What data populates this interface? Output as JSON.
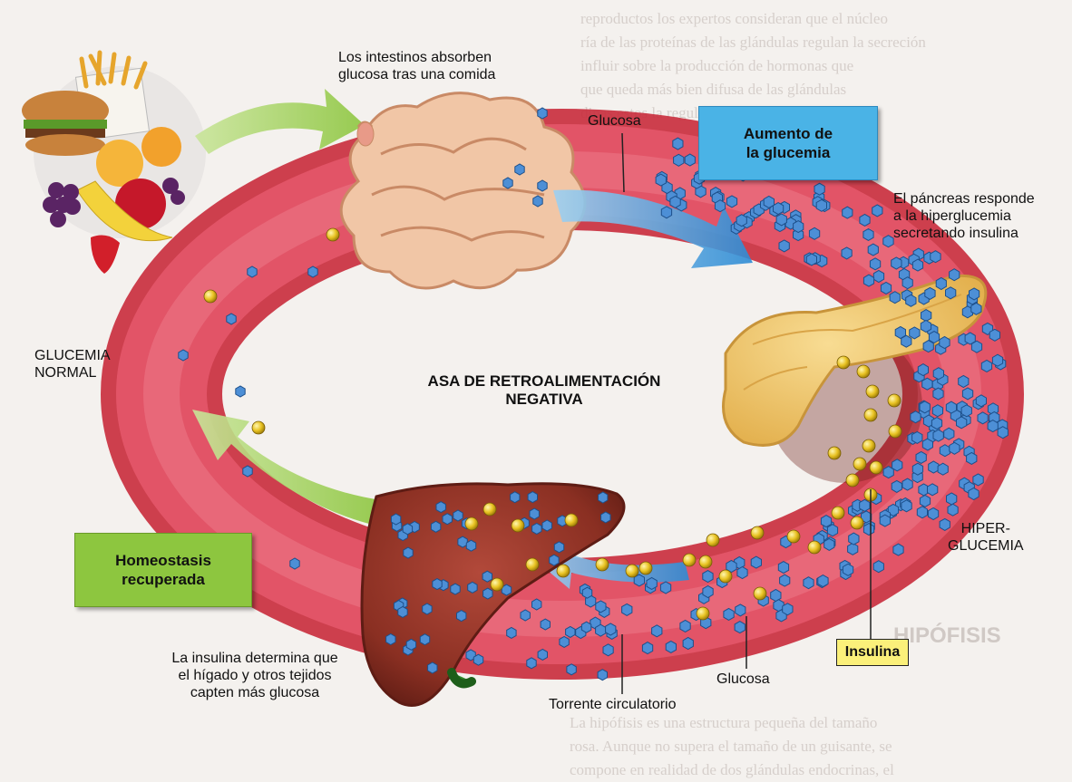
{
  "page": {
    "background_color": "#f4f1ee",
    "ring_color": "#d64356",
    "liver_color": "#8a2f22",
    "pancreas_color": "#f0c86a",
    "arrow_green": "#8dc63f",
    "arrow_blue": "#3a96d8"
  },
  "diagram": {
    "center_title": "ASA DE RETROALIMENTACIÓN NEGATIVA",
    "center_title_line1": "ASA DE RETROALIMENTACIÓN",
    "center_title_line2": "NEGATIVA",
    "intestines_label_line1": "Los intestinos absorben",
    "intestines_label_line2": "glucosa tras una comida",
    "glucose_label_top": "Glucosa",
    "rising_box_line1": "Aumento de",
    "rising_box_line2": "la glucemia",
    "pancreas_label_line1": "El páncreas responde",
    "pancreas_label_line2": "a la hiperglucemia",
    "pancreas_label_line3": "secretando insulina",
    "normal_label_line1": "GLUCEMIA",
    "normal_label_line2": "NORMAL",
    "homeostasis_line1": "Homeostasis",
    "homeostasis_line2": "recuperada",
    "hyper_label_line1": "HIPER-",
    "hyper_label_line2": "GLUCEMIA",
    "insulin_tag": "Insulina",
    "liver_label_line1": "La insulina determina que",
    "liver_label_line2": "el hígado y otros tejidos",
    "liver_label_line3": "capten más glucosa",
    "glucose_label_bottom": "Glucosa",
    "bloodstream_label": "Torrente circulatorio"
  },
  "background_text": {
    "heading": "HIPÓFISIS",
    "lines_right": [
      "reproductos los expertos consideran que el núcleo",
      "ría de las proteínas de las glándulas regulan la secreción",
      "influir sobre la producción de hormonas que",
      "que queda más bien difusa de las glándulas",
      "dinas estos la regulación de la homeostasis"
    ],
    "lines_bottom": [
      "La hipófisis es una estructura pequeña del tamaño",
      "rosa. Aunque no supera el tamaño de un guisante, se",
      "compone en realidad de dos glándulas endocrinas, el"
    ]
  },
  "legend": {
    "glucose_icon": "blue-hexagon",
    "insulin_icon": "yellow-sphere"
  }
}
